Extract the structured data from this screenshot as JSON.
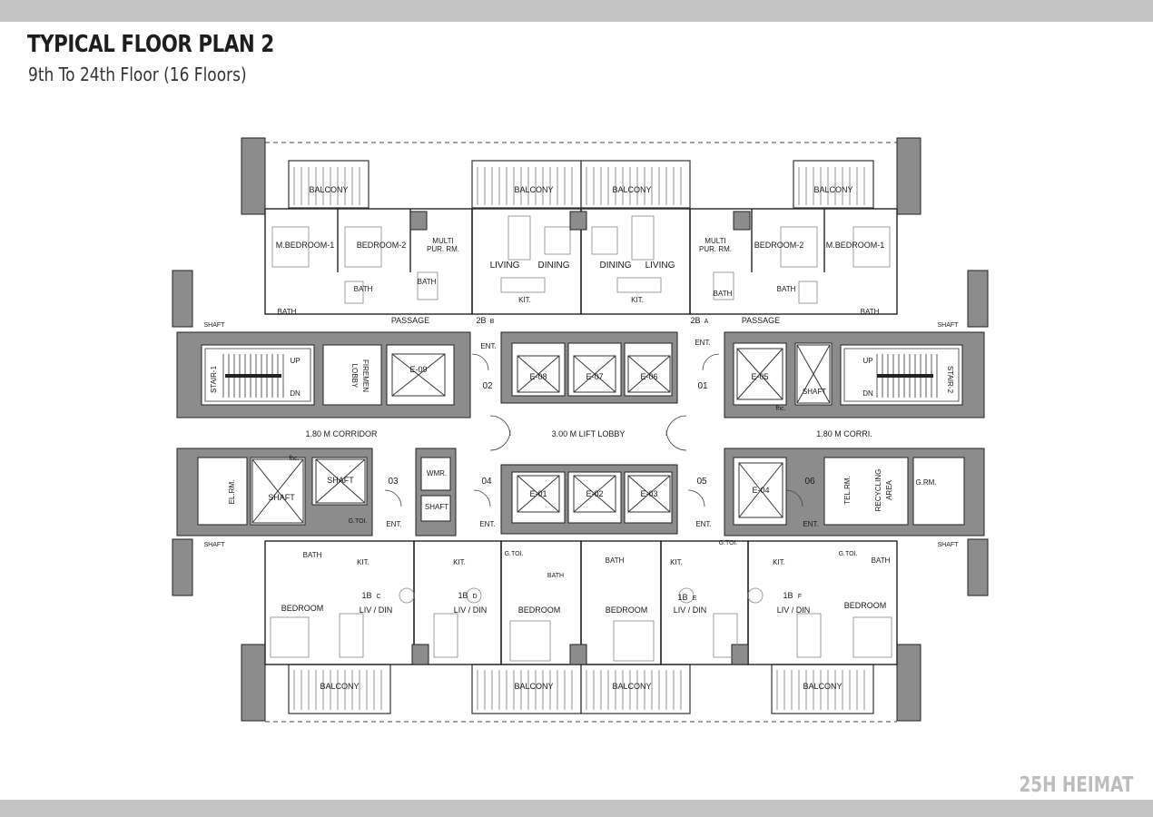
{
  "header": {
    "title": "TYPICAL FLOOR PLAN 2",
    "subtitle": "9th To 24th Floor (16 Floors)"
  },
  "brand": "25H HEIMAT",
  "plan_labels": {
    "balcony": "BALCONY",
    "m_bedroom_1": "M.BEDROOM-1",
    "bedroom_2": "BEDROOM-2",
    "multi_pur_rm_1": "MULTI",
    "multi_pur_rm_2": "PUR. RM.",
    "living": "LIVING",
    "dining": "DINING",
    "kit": "KIT.",
    "bath": "BATH",
    "passage": "PASSAGE",
    "shaft": "SHAFT",
    "unit_2b_b": "2B",
    "tag_b": "B",
    "unit_2b_a": "2B",
    "tag_a": "A",
    "up": "UP",
    "dn": "DN",
    "stair_1": "STAIR-1",
    "stair_2": "STAIR-2",
    "lobby_firemen_1": "LOBBY",
    "lobby_firemen_2": "FIREMEN",
    "e09": "E-09",
    "e08": "E-08",
    "e07": "E-07",
    "e06": "E-06",
    "e05": "E-05",
    "e01": "E-01",
    "e02": "E-02",
    "e03": "E-03",
    "e04": "E-04",
    "ent": "ENT.",
    "unit_01": "01",
    "unit_02": "02",
    "unit_03": "03",
    "unit_04": "04",
    "unit_05": "05",
    "unit_06": "06",
    "corridor_left": "1.80 M CORRIDOR",
    "corridor_right": "1.80 M CORRI.",
    "lift_lobby": "3.00 M LIFT LOBBY",
    "fhc": "fhc.",
    "el_rm": "EL.RM.",
    "tel_rm": "TEL.RM.",
    "recycling_1": "RECYCLING",
    "recycling_2": "AREA",
    "g_rm": "G.RM.",
    "wmr": "WMR.",
    "g_toi": "G.TOI.",
    "bedroom": "BEDROOM",
    "liv_din": "LIV / DIN",
    "unit_1b": "1B",
    "tag_c": "C",
    "tag_d": "D",
    "tag_e": "E",
    "tag_f": "F"
  }
}
